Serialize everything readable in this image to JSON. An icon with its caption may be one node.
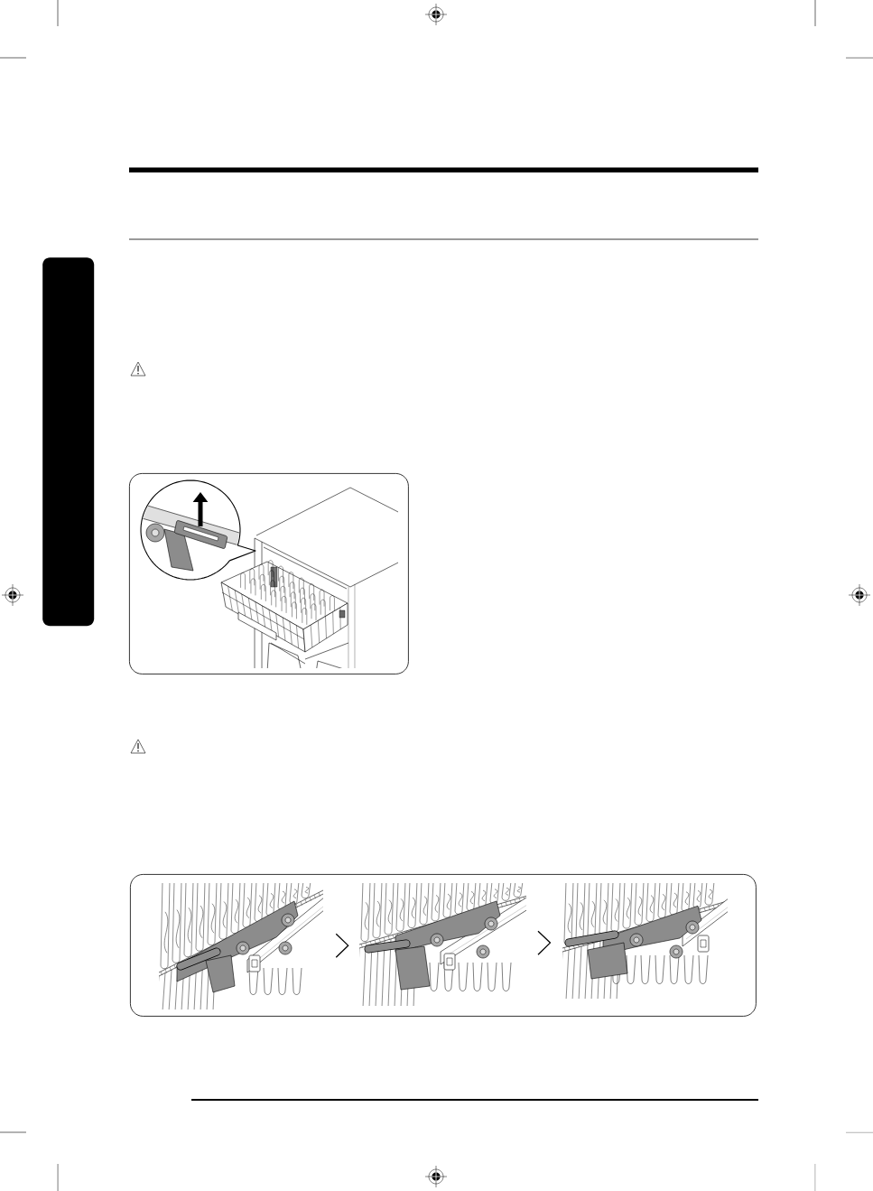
{
  "diagram": {
    "nodes": [
      {
        "text": [],
        "shape": "bar"
      },
      {
        "text": [],
        "shape": "box"
      },
      {
        "text": [],
        "shape": "picture",
        "in": 1
      },
      {
        "text": [],
        "shape": "box"
      },
      {
        "text": [],
        "shape": "picture",
        "in": 3
      },
      {
        "text": [],
        "shape": "picture",
        "in": 3
      },
      {
        "text": [],
        "shape": "picture",
        "in": 3
      }
    ],
    "edges": [
      {
        "from": 4,
        "to": 5,
        "arrow": "to"
      },
      {
        "from": 5,
        "to": 6,
        "arrow": "to"
      }
    ]
  }
}
